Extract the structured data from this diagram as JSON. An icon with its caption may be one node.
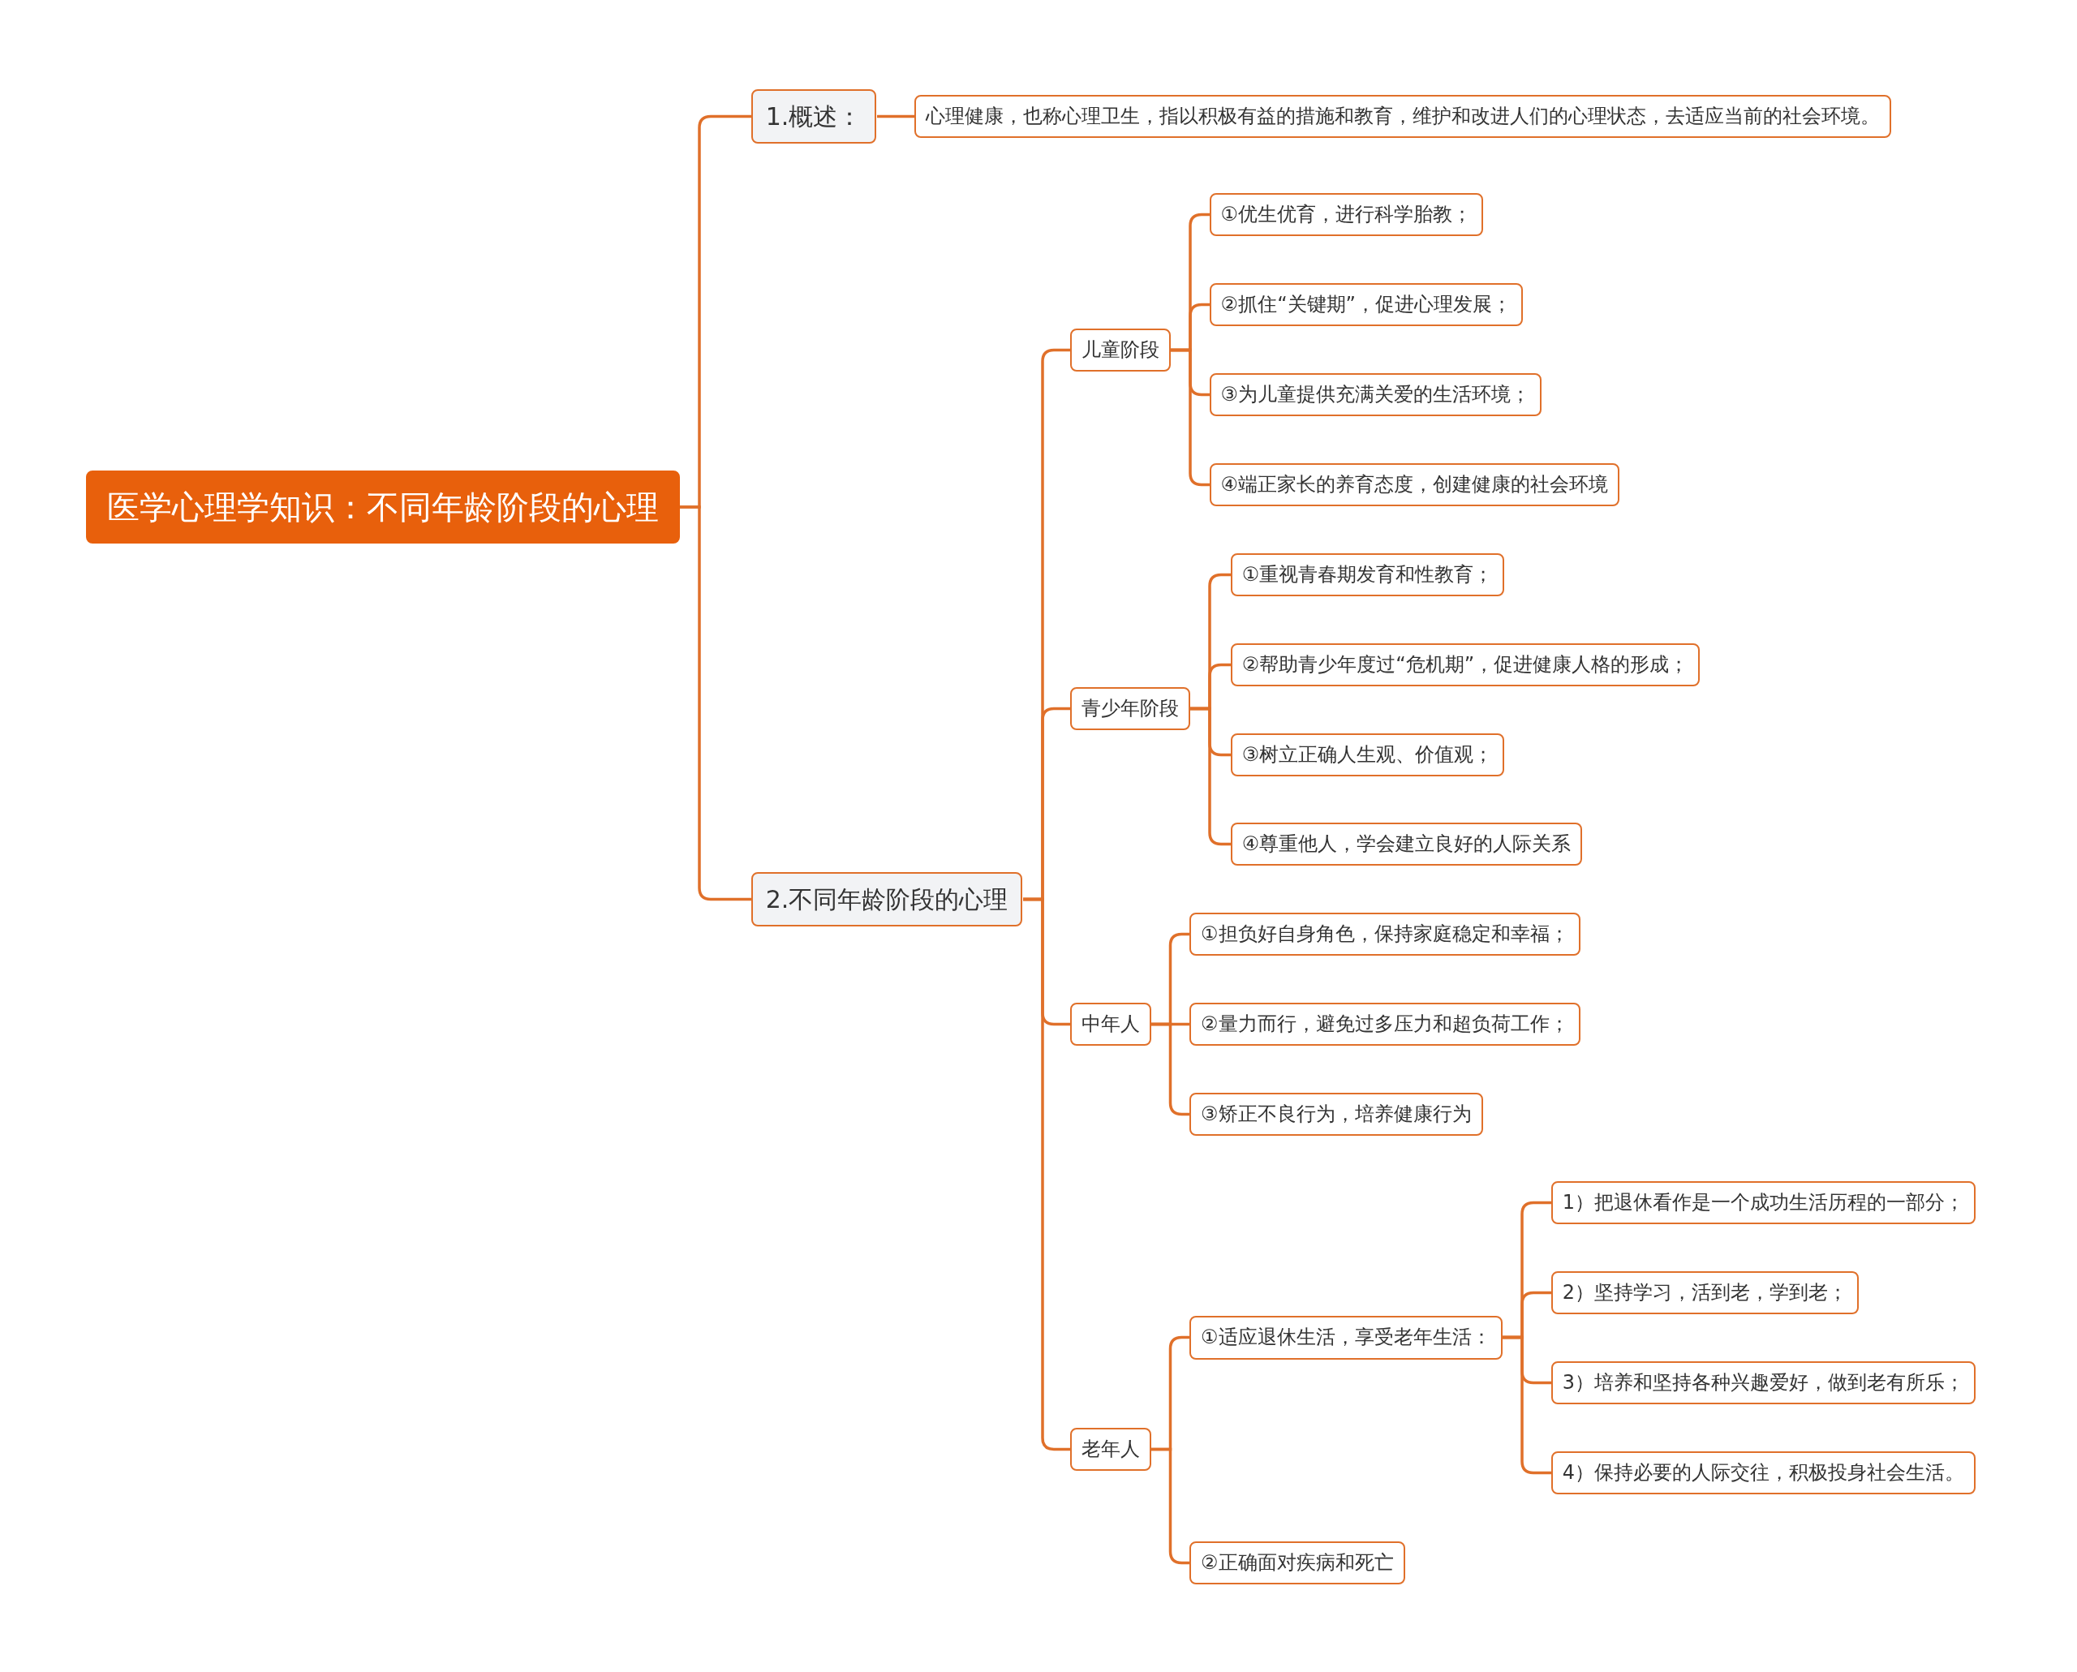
{
  "diagram": {
    "nodes": [
      {
        "text": [
          "医学心理学知识：不同年龄阶段的心理"
        ]
      },
      {
        "text": [
          "1.概述："
        ]
      },
      {
        "text": [
          "心理健康，也称心理卫生，指以积极有益的措施和教育，维护和改进人们的心理状态，去适应当前的社会环境。"
        ]
      },
      {
        "text": [
          "2.不同年龄阶段的心理"
        ]
      },
      {
        "text": [
          "儿童阶段"
        ]
      },
      {
        "text": [
          "①优生优育，进行科学胎教；"
        ]
      },
      {
        "text": [
          "②抓住“关键期”，促进心理发展；"
        ]
      },
      {
        "text": [
          "③为儿童提供充满关爱的生活环境；"
        ]
      },
      {
        "text": [
          "④端正家长的养育态度，创建健康的社会环境"
        ]
      },
      {
        "text": [
          "青少年阶段"
        ]
      },
      {
        "text": [
          "①重视青春期发育和性教育；"
        ]
      },
      {
        "text": [
          "②帮助青少年度过“危机期”，促进健康人格的形成；"
        ]
      },
      {
        "text": [
          "③树立正确人生观、价值观；"
        ]
      },
      {
        "text": [
          "④尊重他人，学会建立良好的人际关系"
        ]
      },
      {
        "text": [
          "中年人"
        ]
      },
      {
        "text": [
          "①担负好自身角色，保持家庭稳定和幸福；"
        ]
      },
      {
        "text": [
          "②量力而行，避免过多压力和超负荷工作；"
        ]
      },
      {
        "text": [
          "③矫正不良行为，培养健康行为"
        ]
      },
      {
        "text": [
          "老年人"
        ]
      },
      {
        "text": [
          "①适应退休生活，享受老年生活："
        ]
      },
      {
        "text": [
          "1）把退休看作是一个成功生活历程的一部分；"
        ]
      },
      {
        "text": [
          "2）坚持学习，活到老，学到老；"
        ]
      },
      {
        "text": [
          "3）培养和坚持各种兴趣爱好，做到老有所乐；"
        ]
      },
      {
        "text": [
          "4）保持必要的人际交往，积极投身社会生活。"
        ]
      },
      {
        "text": [
          "②正确面对疾病和死亡"
        ]
      }
    ],
    "edges": [
      {
        "from": 0,
        "to": 1,
        "arrow": "none"
      },
      {
        "from": 1,
        "to": 2,
        "arrow": "none"
      },
      {
        "from": 0,
        "to": 3,
        "arrow": "none"
      },
      {
        "from": 3,
        "to": 4,
        "arrow": "none"
      },
      {
        "from": 4,
        "to": 5,
        "arrow": "none"
      },
      {
        "from": 4,
        "to": 6,
        "arrow": "none"
      },
      {
        "from": 4,
        "to": 7,
        "arrow": "none"
      },
      {
        "from": 4,
        "to": 8,
        "arrow": "none"
      },
      {
        "from": 3,
        "to": 9,
        "arrow": "none"
      },
      {
        "from": 9,
        "to": 10,
        "arrow": "none"
      },
      {
        "from": 9,
        "to": 11,
        "arrow": "none"
      },
      {
        "from": 9,
        "to": 12,
        "arrow": "none"
      },
      {
        "from": 9,
        "to": 13,
        "arrow": "none"
      },
      {
        "from": 3,
        "to": 14,
        "arrow": "none"
      },
      {
        "from": 14,
        "to": 15,
        "arrow": "none"
      },
      {
        "from": 14,
        "to": 16,
        "arrow": "none"
      },
      {
        "from": 14,
        "to": 17,
        "arrow": "none"
      },
      {
        "from": 3,
        "to": 18,
        "arrow": "none"
      },
      {
        "from": 18,
        "to": 19,
        "arrow": "none"
      },
      {
        "from": 19,
        "to": 20,
        "arrow": "none"
      },
      {
        "from": 19,
        "to": 21,
        "arrow": "none"
      },
      {
        "from": 19,
        "to": 22,
        "arrow": "none"
      },
      {
        "from": 19,
        "to": 23,
        "arrow": "none"
      },
      {
        "from": 18,
        "to": 24,
        "arrow": "none"
      }
    ]
  }
}
